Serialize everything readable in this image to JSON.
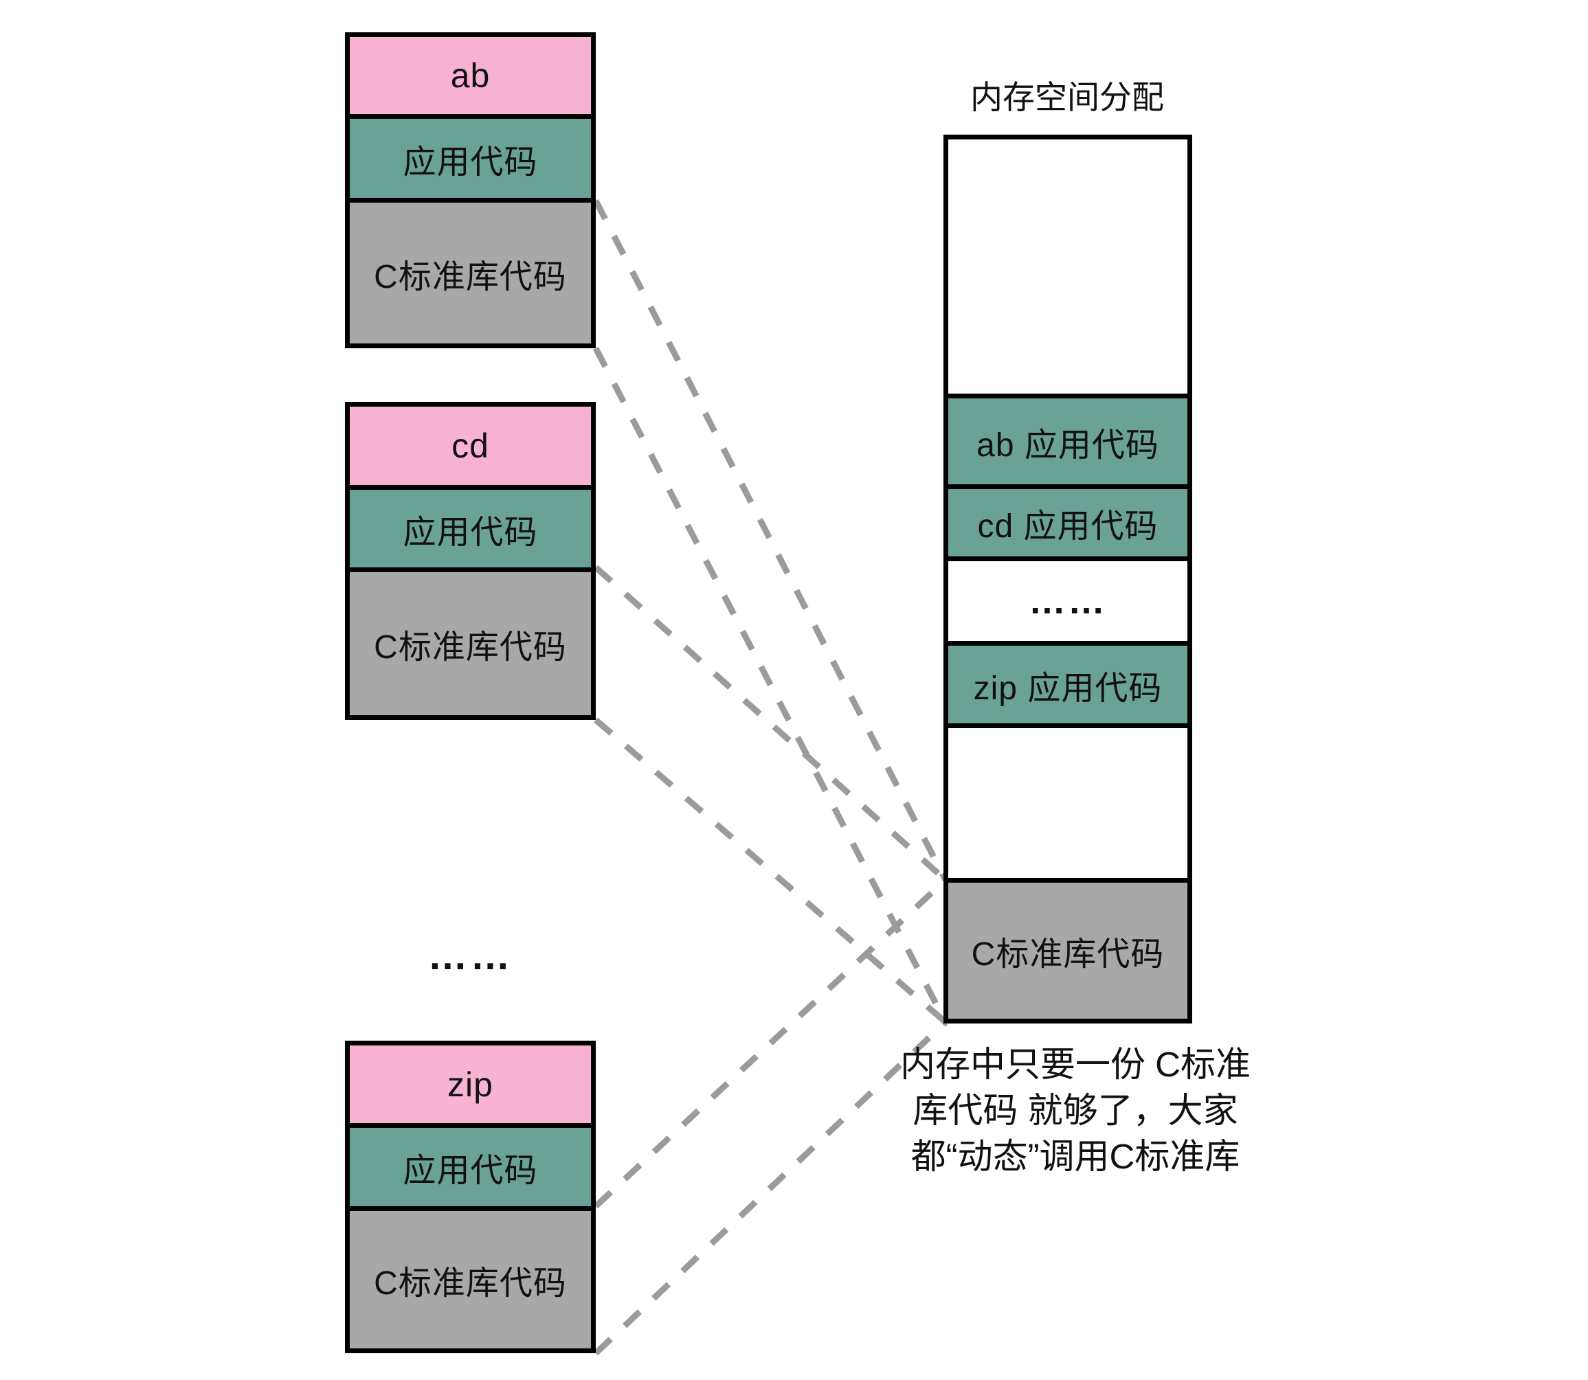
{
  "title": "内存空间分配",
  "programs": [
    {
      "name": "ab",
      "app_label": "应用代码",
      "lib_label": "C标准库代码"
    },
    {
      "name": "cd",
      "app_label": "应用代码",
      "lib_label": "C标准库代码"
    },
    {
      "name": "zip",
      "app_label": "应用代码",
      "lib_label": "C标准库代码"
    }
  ],
  "left_ellipsis": "……",
  "memory": {
    "ab_app": "ab 应用代码",
    "cd_app": "cd 应用代码",
    "dots": "……",
    "zip_app": "zip 应用代码",
    "lib": "C标准库代码"
  },
  "annotation": "内存中只要一份 C标准\n库代码 就够了，大家\n都“动态”调用C标准库",
  "colors": {
    "pink": "#f8b3d3",
    "green": "#6aa296",
    "grey": "#a8a8a8",
    "line": "#9b9b9b",
    "border": "#000000"
  },
  "connections": [
    [
      867,
      292,
      1376,
      1281
    ],
    [
      867,
      507,
      1376,
      1488
    ],
    [
      867,
      826,
      1376,
      1281
    ],
    [
      867,
      1048,
      1376,
      1488
    ],
    [
      867,
      1756,
      1376,
      1281
    ],
    [
      867,
      1970,
      1376,
      1488
    ]
  ]
}
